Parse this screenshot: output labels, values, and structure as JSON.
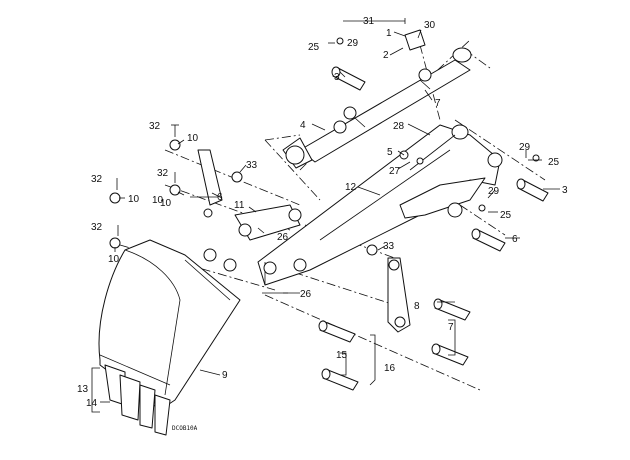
{
  "diagram": {
    "callouts": {
      "c1": "1",
      "c2": "2",
      "c3a": "3",
      "c3b": "3",
      "c4": "4",
      "c5": "5",
      "c6a": "6",
      "c6b": "6",
      "c7a": "7",
      "c7b": "7",
      "c8": "8",
      "c9": "9",
      "c10a": "10",
      "c10b": "10",
      "c10c": "10",
      "c10d": "10",
      "c10e": "10",
      "c11": "11",
      "c12": "12",
      "c13": "13",
      "c14": "14",
      "c15": "15",
      "c16": "16",
      "c25a": "25",
      "c25b": "25",
      "c25c": "25",
      "c26a": "26",
      "c26b": "26",
      "c27": "27",
      "c28": "28",
      "c29a": "29",
      "c29b": "29",
      "c29c": "29",
      "c30": "30",
      "c31": "31",
      "c32a": "32",
      "c32b": "32",
      "c32c": "32",
      "c32d": "32",
      "c33a": "33",
      "c33b": "33"
    },
    "figure_code": "DCOB10A"
  }
}
